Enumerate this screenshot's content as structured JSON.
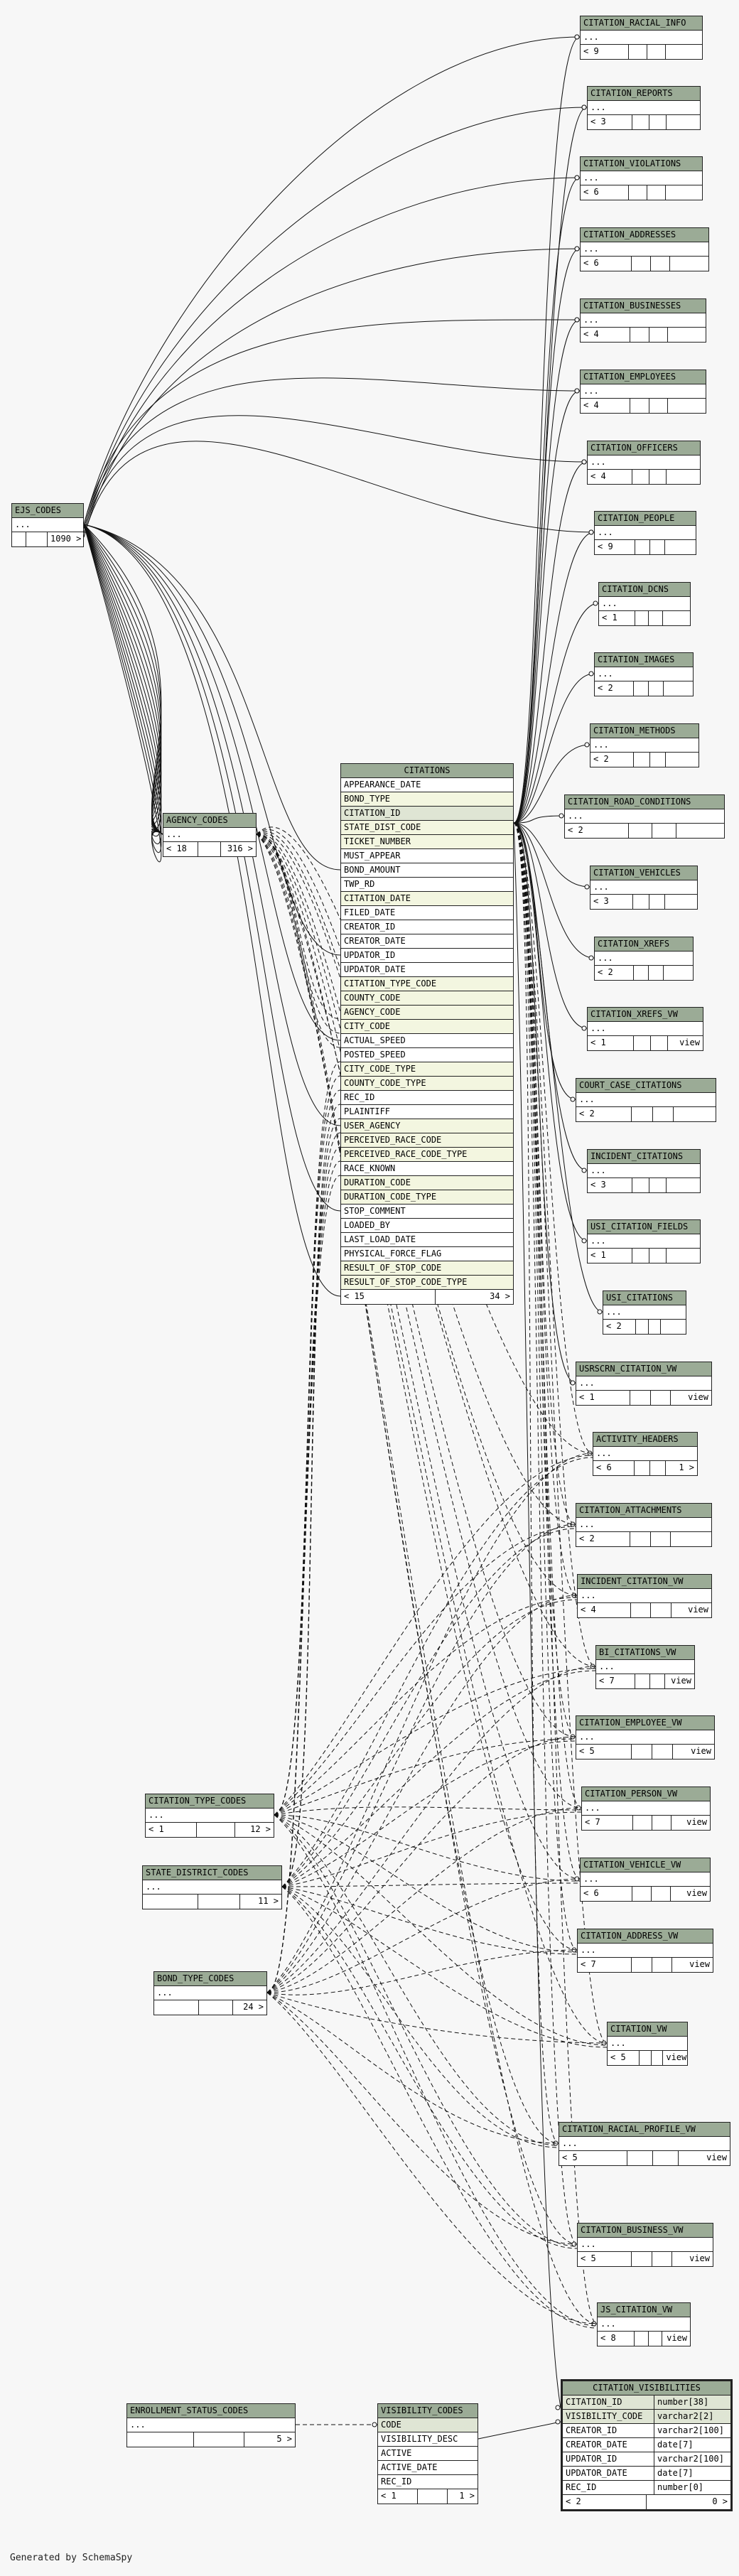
{
  "main": {
    "name": "CITATIONS",
    "columns": [
      {
        "name": "APPEARANCE_DATE",
        "style": "plain"
      },
      {
        "name": "BOND_TYPE",
        "style": "key"
      },
      {
        "name": "CITATION_ID",
        "style": "pk"
      },
      {
        "name": "STATE_DIST_CODE",
        "style": "key"
      },
      {
        "name": "TICKET_NUMBER",
        "style": "key"
      },
      {
        "name": "MUST_APPEAR",
        "style": "plain"
      },
      {
        "name": "BOND_AMOUNT",
        "style": "plain"
      },
      {
        "name": "TWP_RD",
        "style": "plain"
      },
      {
        "name": "CITATION_DATE",
        "style": "key"
      },
      {
        "name": "FILED_DATE",
        "style": "plain"
      },
      {
        "name": "CREATOR_ID",
        "style": "plain"
      },
      {
        "name": "CREATOR_DATE",
        "style": "plain"
      },
      {
        "name": "UPDATOR_ID",
        "style": "plain"
      },
      {
        "name": "UPDATOR_DATE",
        "style": "plain"
      },
      {
        "name": "CITATION_TYPE_CODE",
        "style": "key"
      },
      {
        "name": "COUNTY_CODE",
        "style": "key"
      },
      {
        "name": "AGENCY_CODE",
        "style": "key"
      },
      {
        "name": "CITY_CODE",
        "style": "key"
      },
      {
        "name": "ACTUAL_SPEED",
        "style": "plain"
      },
      {
        "name": "POSTED_SPEED",
        "style": "plain"
      },
      {
        "name": "CITY_CODE_TYPE",
        "style": "key"
      },
      {
        "name": "COUNTY_CODE_TYPE",
        "style": "key"
      },
      {
        "name": "REC_ID",
        "style": "plain"
      },
      {
        "name": "PLAINTIFF",
        "style": "plain"
      },
      {
        "name": "USER_AGENCY",
        "style": "key"
      },
      {
        "name": "PERCEIVED_RACE_CODE",
        "style": "key"
      },
      {
        "name": "PERCEIVED_RACE_CODE_TYPE",
        "style": "key"
      },
      {
        "name": "RACE_KNOWN",
        "style": "plain"
      },
      {
        "name": "DURATION_CODE",
        "style": "key"
      },
      {
        "name": "DURATION_CODE_TYPE",
        "style": "key"
      },
      {
        "name": "STOP_COMMENT",
        "style": "plain"
      },
      {
        "name": "LOADED_BY",
        "style": "plain"
      },
      {
        "name": "LAST_LOAD_DATE",
        "style": "plain"
      },
      {
        "name": "PHYSICAL_FORCE_FLAG",
        "style": "plain"
      },
      {
        "name": "RESULT_OF_STOP_CODE",
        "style": "key"
      },
      {
        "name": "RESULT_OF_STOP_CODE_TYPE",
        "style": "key"
      }
    ],
    "foot_left": "< 15",
    "foot_right": "34 >"
  },
  "left_tables": {
    "ejs": {
      "name": "EJS_CODES",
      "dots": "...",
      "c": "",
      "r": "1090 >"
    },
    "agency": {
      "name": "AGENCY_CODES",
      "dots": "...",
      "c": "< 18",
      "r": "316 >"
    },
    "ctype": {
      "name": "CITATION_TYPE_CODES",
      "dots": "...",
      "c": "< 1",
      "r": "12 >"
    },
    "sdist": {
      "name": "STATE_DISTRICT_CODES",
      "dots": "...",
      "c": "",
      "r": "11 >"
    },
    "bond": {
      "name": "BOND_TYPE_CODES",
      "dots": "...",
      "c": "",
      "r": "24 >"
    },
    "enroll": {
      "name": "ENROLLMENT_STATUS_CODES",
      "dots": "...",
      "c": "",
      "r": "5 >"
    }
  },
  "visibility_codes": {
    "name": "VISIBILITY_CODES",
    "columns": [
      "CODE",
      "VISIBILITY_DESC",
      "ACTIVE",
      "ACTIVE_DATE",
      "REC_ID"
    ],
    "foot_left": "< 1",
    "foot_right": "1 >"
  },
  "citation_visibilities": {
    "name": "CITATION_VISIBILITIES",
    "columns": [
      {
        "name": "CITATION_ID",
        "type": "number[38]"
      },
      {
        "name": "VISIBILITY_CODE",
        "type": "varchar2[2]"
      },
      {
        "name": "CREATOR_ID",
        "type": "varchar2[100]"
      },
      {
        "name": "CREATOR_DATE",
        "type": "date[7]"
      },
      {
        "name": "UPDATOR_ID",
        "type": "varchar2[100]"
      },
      {
        "name": "UPDATOR_DATE",
        "type": "date[7]"
      },
      {
        "name": "REC_ID",
        "type": "number[0]"
      }
    ],
    "foot_left": "< 2",
    "foot_right": "0 >"
  },
  "right_tables": [
    {
      "name": "CITATION_RACIAL_INFO",
      "dots": "...",
      "c": "< 9",
      "r": ""
    },
    {
      "name": "CITATION_REPORTS",
      "dots": "...",
      "c": "< 3",
      "r": ""
    },
    {
      "name": "CITATION_VIOLATIONS",
      "dots": "...",
      "c": "< 6",
      "r": ""
    },
    {
      "name": "CITATION_ADDRESSES",
      "dots": "...",
      "c": "< 6",
      "r": ""
    },
    {
      "name": "CITATION_BUSINESSES",
      "dots": "...",
      "c": "< 4",
      "r": ""
    },
    {
      "name": "CITATION_EMPLOYEES",
      "dots": "...",
      "c": "< 4",
      "r": ""
    },
    {
      "name": "CITATION_OFFICERS",
      "dots": "...",
      "c": "< 4",
      "r": ""
    },
    {
      "name": "CITATION_PEOPLE",
      "dots": "...",
      "c": "< 9",
      "r": ""
    },
    {
      "name": "CITATION_DCNS",
      "dots": "...",
      "c": "< 1",
      "r": ""
    },
    {
      "name": "CITATION_IMAGES",
      "dots": "...",
      "c": "< 2",
      "r": ""
    },
    {
      "name": "CITATION_METHODS",
      "dots": "...",
      "c": "< 2",
      "r": ""
    },
    {
      "name": "CITATION_ROAD_CONDITIONS",
      "dots": "...",
      "c": "< 2",
      "r": ""
    },
    {
      "name": "CITATION_VEHICLES",
      "dots": "...",
      "c": "< 3",
      "r": ""
    },
    {
      "name": "CITATION_XREFS",
      "dots": "...",
      "c": "< 2",
      "r": ""
    },
    {
      "name": "CITATION_XREFS_VW",
      "dots": "...",
      "c": "< 1",
      "r": "view"
    },
    {
      "name": "COURT_CASE_CITATIONS",
      "dots": "...",
      "c": "< 2",
      "r": ""
    },
    {
      "name": "INCIDENT_CITATIONS",
      "dots": "...",
      "c": "< 3",
      "r": ""
    },
    {
      "name": "USI_CITATION_FIELDS",
      "dots": "...",
      "c": "< 1",
      "r": ""
    },
    {
      "name": "USI_CITATIONS",
      "dots": "...",
      "c": "< 2",
      "r": ""
    },
    {
      "name": "USRSCRN_CITATION_VW",
      "dots": "...",
      "c": "< 1",
      "r": "view"
    },
    {
      "name": "ACTIVITY_HEADERS",
      "dots": "...",
      "c": "< 6",
      "r": "1 >"
    },
    {
      "name": "CITATION_ATTACHMENTS",
      "dots": "...",
      "c": "< 2",
      "r": ""
    },
    {
      "name": "INCIDENT_CITATION_VW",
      "dots": "...",
      "c": "< 4",
      "r": "view"
    },
    {
      "name": "BI_CITATIONS_VW",
      "dots": "...",
      "c": "< 7",
      "r": "view"
    },
    {
      "name": "CITATION_EMPLOYEE_VW",
      "dots": "...",
      "c": "< 5",
      "r": "view"
    },
    {
      "name": "CITATION_PERSON_VW",
      "dots": "...",
      "c": "< 7",
      "r": "view"
    },
    {
      "name": "CITATION_VEHICLE_VW",
      "dots": "...",
      "c": "< 6",
      "r": "view"
    },
    {
      "name": "CITATION_ADDRESS_VW",
      "dots": "...",
      "c": "< 7",
      "r": "view"
    },
    {
      "name": "CITATION_VW",
      "dots": "...",
      "c": "< 5",
      "r": "view"
    },
    {
      "name": "CITATION_RACIAL_PROFILE_VW",
      "dots": "...",
      "c": "< 5",
      "r": "view"
    },
    {
      "name": "CITATION_BUSINESS_VW",
      "dots": "...",
      "c": "< 5",
      "r": "view"
    },
    {
      "name": "JS_CITATION_VW",
      "dots": "...",
      "c": "< 8",
      "r": "view"
    }
  ],
  "footer": "Generated by SchemaSpy"
}
